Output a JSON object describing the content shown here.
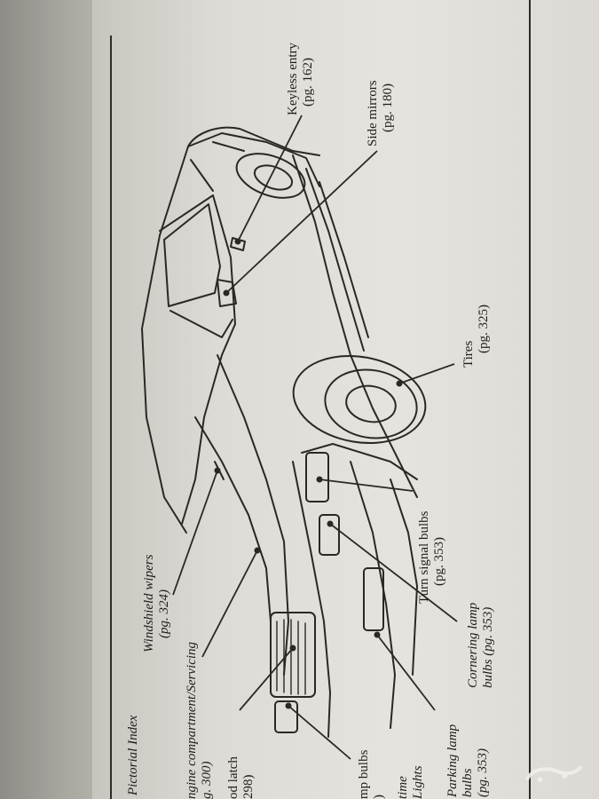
{
  "page_header": "Pictorial Index",
  "callouts": {
    "windshield_wipers": {
      "label": "Windshield wipers",
      "page": "(pg. 324)"
    },
    "engine_compartment": {
      "label": "ngine compartment/Servicing",
      "page": "g. 300)"
    },
    "hood_latch": {
      "label": "od latch",
      "page": "298)"
    },
    "lamp_bulbs": {
      "label": "mp bulbs",
      "page": ")"
    },
    "daytime_lights": {
      "label": "time",
      "line2": "Lights"
    },
    "parking_lamp": {
      "label": "Parking lamp",
      "line2": "bulbs",
      "page": "(pg. 353)"
    },
    "cornering_lamp": {
      "label": "Cornering lamp",
      "line2": "bulbs (pg. 353)"
    },
    "turn_signal": {
      "label": "Turn signal bulbs",
      "page": "(pg. 353)"
    },
    "tires": {
      "label": "Tires",
      "page": "(pg. 325)"
    },
    "side_mirrors": {
      "label": "Side mirrors",
      "page": "(pg. 180)"
    },
    "keyless_entry": {
      "label": "Keyless entry",
      "page": "(pg. 162)"
    }
  },
  "colors": {
    "paper": "#e3e0db",
    "ink": "#1f1d1b",
    "shadow": "#5a5857"
  }
}
